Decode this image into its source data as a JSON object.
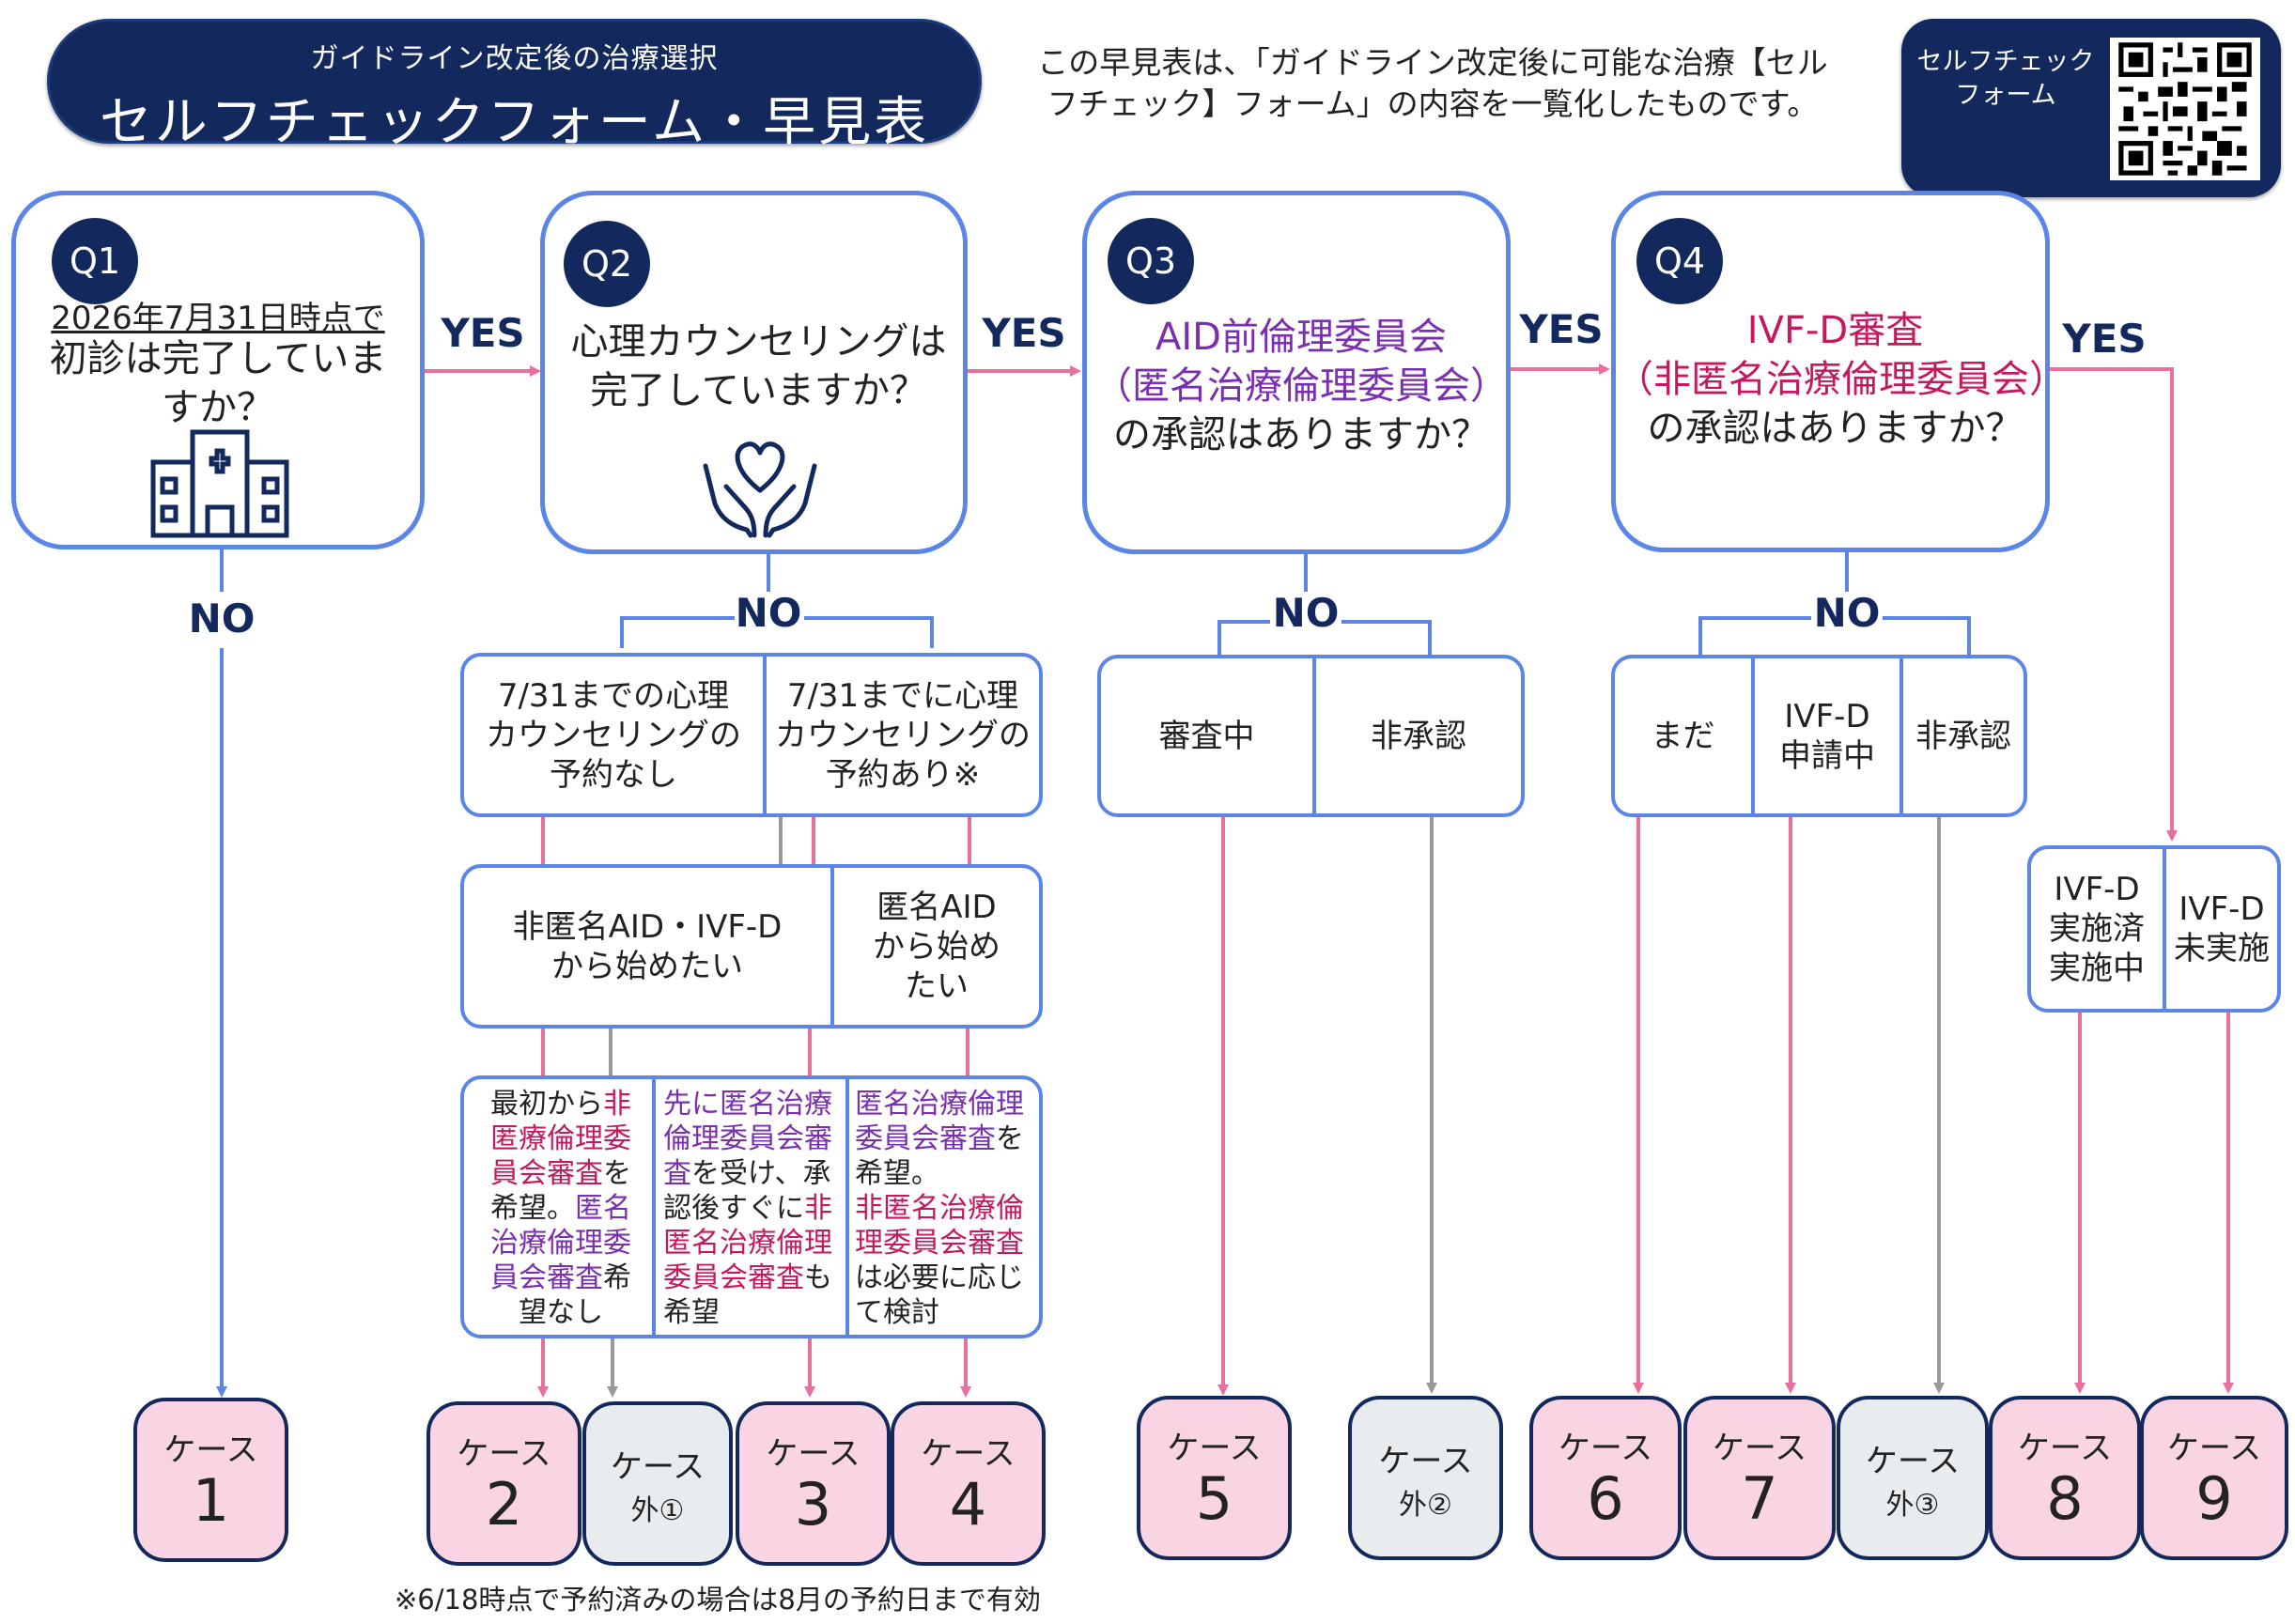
{
  "header": {
    "subtitle": "ガイドライン改定後の治療選択",
    "title": "セルフチェックフォーム・早見表",
    "description_1": "この早見表は、「ガイドライン改定後に可能な治療【セル",
    "description_2": "フチェック】フォーム」の内容を一覧化したものです。",
    "qr_label_1": "セルフチェック",
    "qr_label_2": "フォーム"
  },
  "q1": {
    "badge": "Q1",
    "date": "2026年7月31日時点で",
    "line1": "初診は完了していま",
    "line2": "すか？"
  },
  "q2": {
    "badge": "Q2",
    "line1": "心理カウンセリングは",
    "line2": "完了していますか？"
  },
  "q3": {
    "badge": "Q3",
    "line1": "AID前倫理委員会",
    "line2": "（匿名治療倫理委員会）",
    "line3": "の承認はありますか？"
  },
  "q4": {
    "badge": "Q4",
    "line1": "IVF-D審査",
    "line2": "（非匿名治療倫理委員会）",
    "line3": "の承認はありますか？"
  },
  "labels": {
    "yes": "YES",
    "no": "NO"
  },
  "q2_branch": {
    "a1": "7/31までの心理",
    "a2": "カウンセリングの",
    "a3": "予約なし",
    "b1": "7/31までに心理",
    "b2": "カウンセリングの",
    "b3": "予約あり※",
    "c1": "非匿名AID・IVF-D",
    "c2": "から始めたい",
    "d1": "匿名AID",
    "d2": "から始め",
    "d3": "たい"
  },
  "q2_detail": {
    "col1": {
      "p1": "最初から",
      "p2": "非",
      "p3": "匿療倫理委",
      "p4": "員会審査",
      "p5": "を",
      "p6": "希望。",
      "p7": "匿名",
      "p8": "治療倫理委",
      "p9": "員会審査",
      "p10": "希",
      "p11": "望なし"
    },
    "col2": {
      "p1": "先に匿名治療",
      "p2": "倫理委員会審",
      "p3": "査",
      "p4": "を受け、承",
      "p5": "認後すぐに",
      "p6": "非",
      "p7": "匿名治療倫理",
      "p8": "委員会審査",
      "p9": "も",
      "p10": "希望"
    },
    "col3": {
      "p1": "匿名治療倫理",
      "p2": "委員会審査",
      "p3": "を",
      "p4": "希望。",
      "p5": "非匿名治療倫",
      "p6": "理委員会審査",
      "p7": "は必要に応じ",
      "p8": "て検討"
    }
  },
  "q3_branch": {
    "a": "審査中",
    "b": "非承認"
  },
  "q4_branch": {
    "a": "まだ",
    "b1": "IVF-D",
    "b2": "申請中",
    "c": "非承認"
  },
  "q4_yes_branch": {
    "a1": "IVF-D",
    "a2": "実施済",
    "a3": "実施中",
    "b1": "IVF-D",
    "b2": "未実施"
  },
  "cases": {
    "label": "ケース",
    "ex_label": "ケース",
    "c1": "1",
    "c2": "2",
    "c3": "3",
    "c4": "4",
    "c5": "5",
    "c6": "6",
    "c7": "7",
    "c8": "8",
    "c9": "9",
    "ex1": "外①",
    "ex2": "外②",
    "ex3": "外③"
  },
  "footnote": "※6/18時点で予約済みの場合は8月の予約日まで有効",
  "colors": {
    "navy": "#13295e",
    "blue": "#5b86e8",
    "pink": "#e7709e",
    "gray": "#999999",
    "purple": "#7a2fb0",
    "crimson": "#c4195e",
    "case_pink": "#f9d5e3",
    "case_gray": "#e9ecef"
  }
}
